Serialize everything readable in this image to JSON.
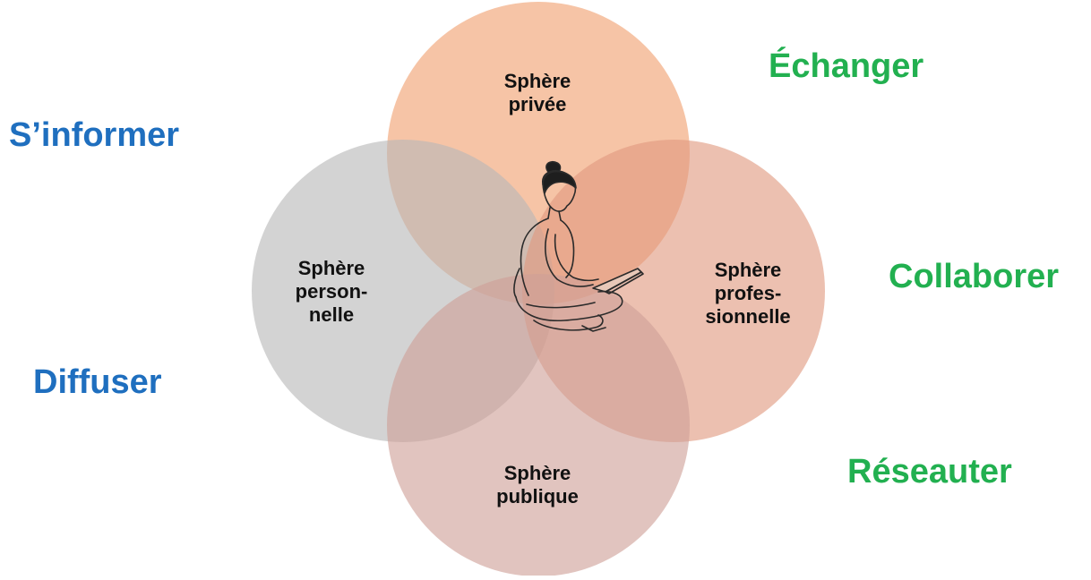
{
  "verbs": {
    "left": [
      "S’informer",
      "Diffuser"
    ],
    "right": [
      "Échanger",
      "Collaborer",
      "Réseauter"
    ]
  },
  "spheres": {
    "privee": "Sphère\nprivée",
    "personnelle": "Sphère\nperson-\nnelle",
    "professionnelle": "Sphère\nprofes-\nsionnelle",
    "publique": "Sphère\npublique"
  },
  "colors": {
    "left_verbs": "#1f6fbf",
    "right_verbs": "#22b050",
    "privee": "#f0a070",
    "personnelle": "#b8b8b8",
    "professionnelle": "#e09a80",
    "publique": "#cf9f98"
  },
  "icons": {
    "center": "woman-with-laptop-icon"
  }
}
